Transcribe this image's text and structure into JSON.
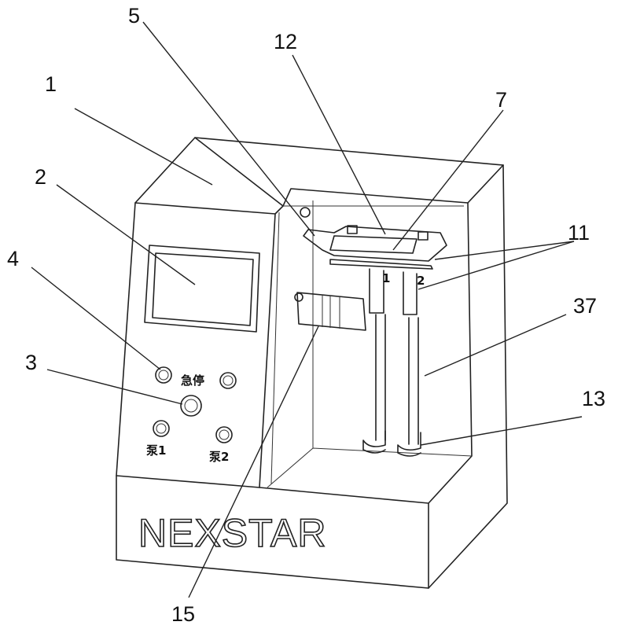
{
  "title": "Dual-pump syringe device perspective drawing",
  "brand": "NEXSTAR",
  "panel": {
    "estop_label": "急停",
    "pump1_label": "泵1",
    "pump2_label": "泵2"
  },
  "syringe_marks": [
    "1",
    "2"
  ],
  "callouts": [
    "1",
    "2",
    "3",
    "4",
    "5",
    "7",
    "11",
    "12",
    "13",
    "15",
    "37"
  ]
}
